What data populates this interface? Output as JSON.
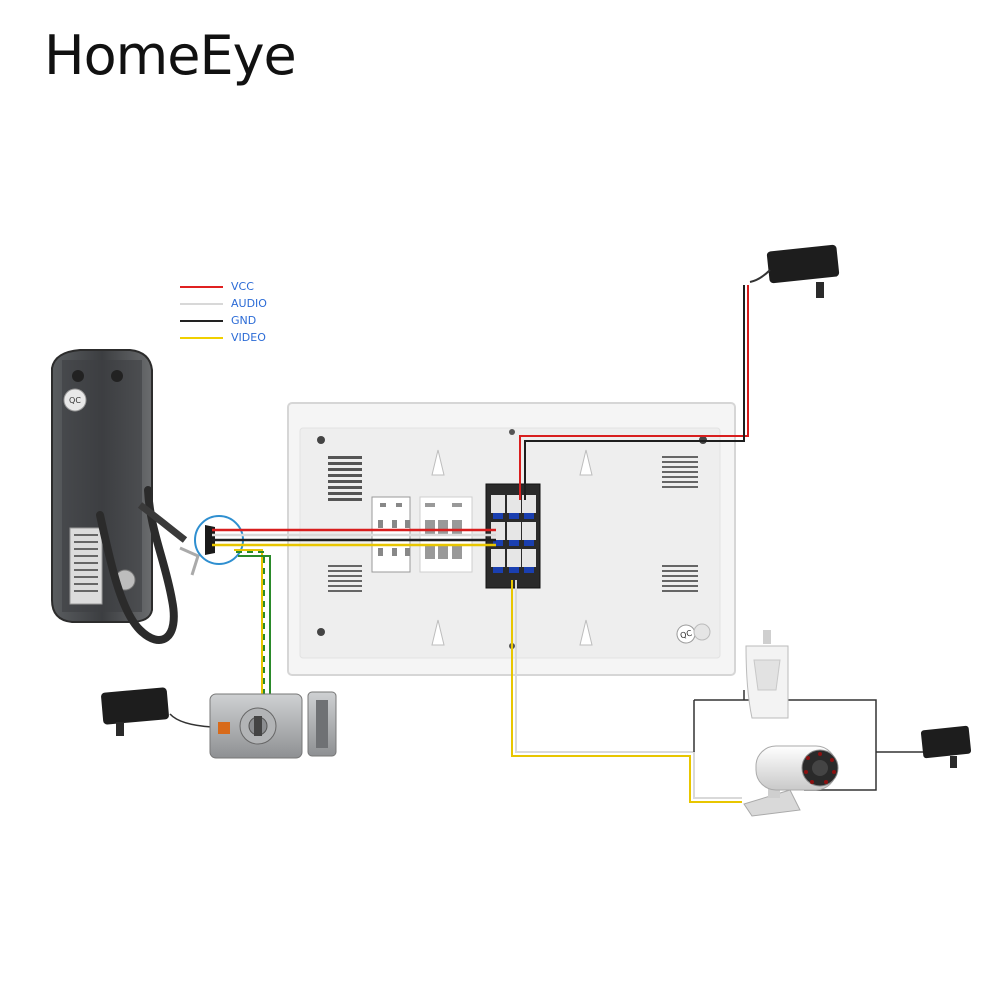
{
  "brand": {
    "name": "HomeEye"
  },
  "legend": {
    "items": [
      {
        "label": "VCC",
        "color": "#e02020"
      },
      {
        "label": "AUDIO",
        "color": "#d8d8d8"
      },
      {
        "label": "GND",
        "color": "#222222"
      },
      {
        "label": "VIDEO",
        "color": "#f0d000"
      }
    ]
  },
  "colors": {
    "vcc": "#d81e1e",
    "audio": "#d9d9d9",
    "gnd": "#1e1e1e",
    "video": "#e8c600",
    "lock": "#2a8a2a"
  },
  "stamps": {
    "qc": "QC"
  }
}
